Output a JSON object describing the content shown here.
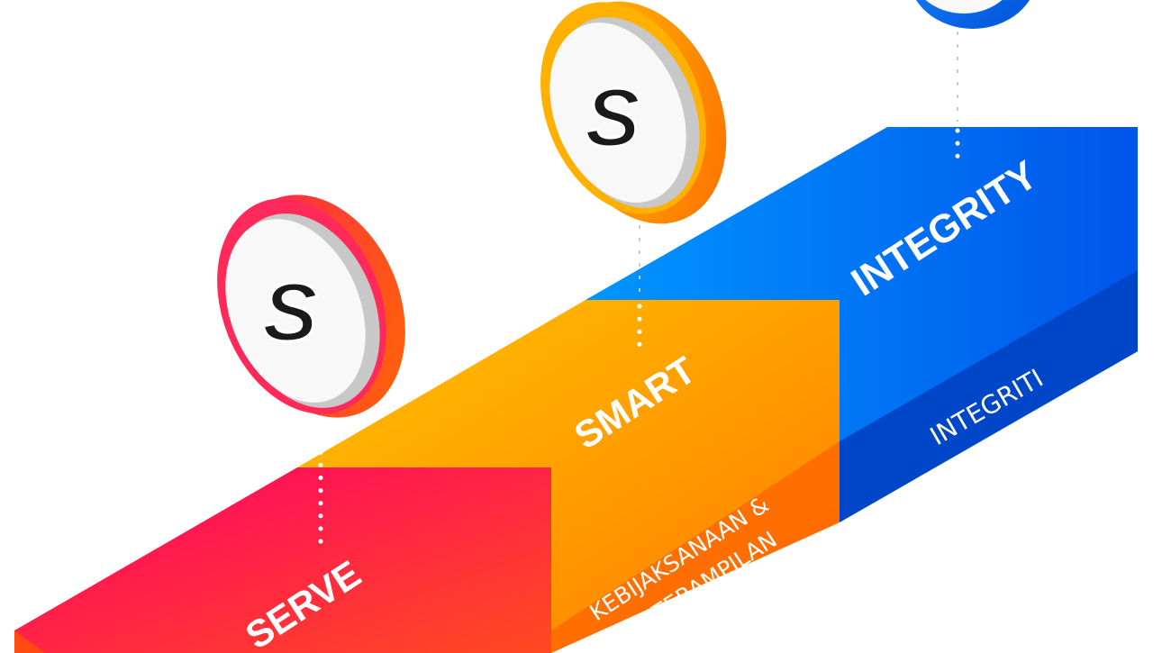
{
  "steps": [
    {
      "title": "SERVE",
      "subtitle": "",
      "color": "#ff1060"
    },
    {
      "title": "SMART",
      "subtitle_line1": "KEBIJAKSANAAN &",
      "subtitle_line2": "BERKETERAMPILAN",
      "color": "#ff9a00"
    },
    {
      "title": "INTEGRITY",
      "subtitle": "INTEGRITI",
      "color": "#0070f0"
    }
  ],
  "logo_letter": "S"
}
